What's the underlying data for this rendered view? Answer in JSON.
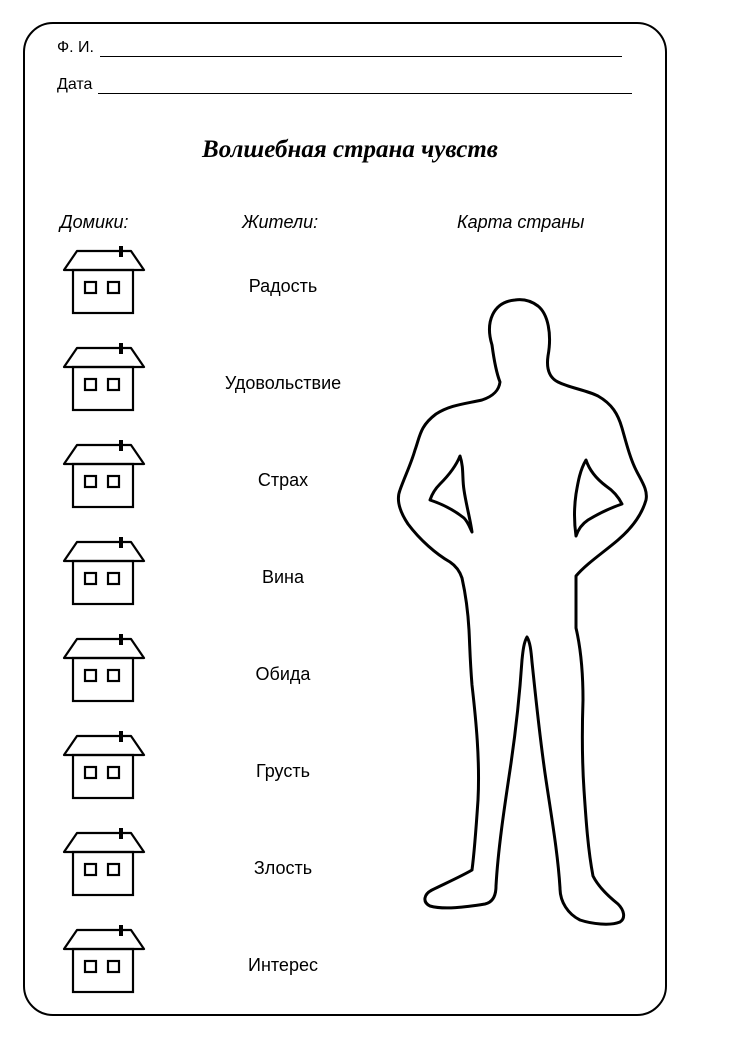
{
  "header": {
    "fio_label": "Ф. И.",
    "date_label": "Дата"
  },
  "title": "Волшебная страна чувств",
  "columns": {
    "houses": "Домики:",
    "residents": "Жители:",
    "map": "Карта страны"
  },
  "feelings": [
    {
      "label": "Радость"
    },
    {
      "label": "Удовольствие"
    },
    {
      "label": "Страх"
    },
    {
      "label": "Вина"
    },
    {
      "label": "Обида"
    },
    {
      "label": "Грусть"
    },
    {
      "label": "Злость"
    },
    {
      "label": "Интерес"
    }
  ],
  "icons": {
    "house": "house-icon",
    "body": "human-body-outline"
  }
}
